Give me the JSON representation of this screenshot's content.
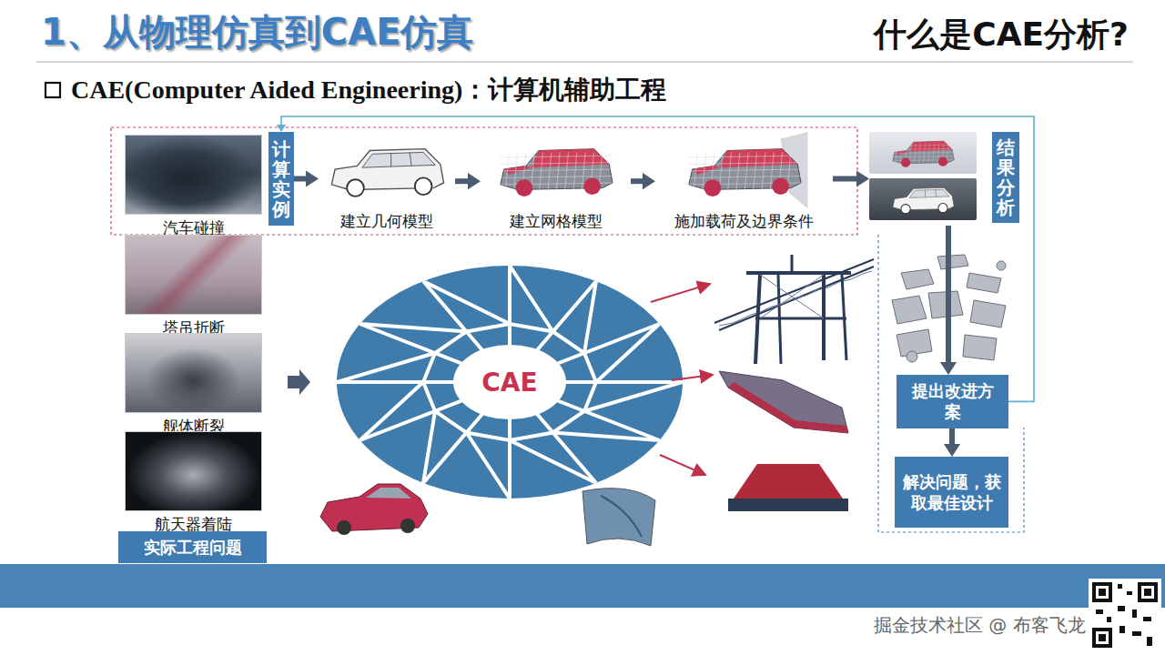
{
  "diagram": {
    "title": "1、从物理仿真到CAE仿真",
    "nodes": [
      {
        "text": [
          "汽车碰撞"
        ]
      },
      {
        "text": [
          "计算实例"
        ]
      },
      {
        "text": [
          "建立几何模型"
        ]
      },
      {
        "text": [
          "建立网格模型"
        ]
      },
      {
        "text": [
          "施加载荷及边界条件"
        ]
      },
      {
        "text": [
          "结果分析"
        ]
      },
      {
        "text": [
          "塔吊折断"
        ]
      },
      {
        "text": [
          "舰体断裂"
        ]
      },
      {
        "text": [
          "航天器着陆"
        ]
      },
      {
        "text": [
          "实际工程问题"
        ]
      },
      {
        "text": [
          "CAE"
        ]
      },
      {
        "text": [
          "提出改进方案"
        ]
      },
      {
        "text": [
          "解决问题，获取最佳设计"
        ]
      }
    ],
    "edges": [
      {
        "from": 1,
        "to": 2,
        "arrow": "to"
      },
      {
        "from": 2,
        "to": 3,
        "arrow": "to"
      },
      {
        "from": 3,
        "to": 4,
        "arrow": "to"
      },
      {
        "from": 4,
        "to": 5,
        "arrow": "to"
      },
      {
        "from": 5,
        "to": 11,
        "arrow": "to"
      },
      {
        "from": 11,
        "to": 12,
        "arrow": "to"
      },
      {
        "from": 11,
        "to": 1,
        "arrow": "to"
      }
    ],
    "labels": [
      "什么是CAE分析?",
      "CAE(Computer Aided Engineering)：计算机辅助工程",
      "掘金技术社区 @ 布客飞龙"
    ]
  }
}
